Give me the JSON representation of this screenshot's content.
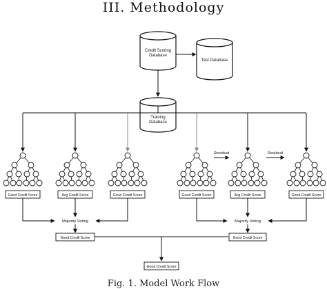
{
  "heading": "III.   Methodology",
  "caption": "Fig. 1.  Model Work Flow",
  "nodes": {
    "credit_db": "Credit Scoring Database",
    "test_db": "Test Database",
    "training_db": "Training Database"
  },
  "tree_scores": [
    "Good Credit Score",
    "Avg Credit Score",
    "Good Credit Score",
    "Good Credit Score",
    "Avg Credit Score",
    "Good Credit Score"
  ],
  "residual_labels": [
    "Residual",
    "Residual"
  ],
  "voting_labels": [
    "Majority Voting",
    "Majority Voting"
  ],
  "ensemble_scores": [
    "Good Credit Score",
    "Good Credit Score"
  ],
  "final_score": "Good Credit Score"
}
